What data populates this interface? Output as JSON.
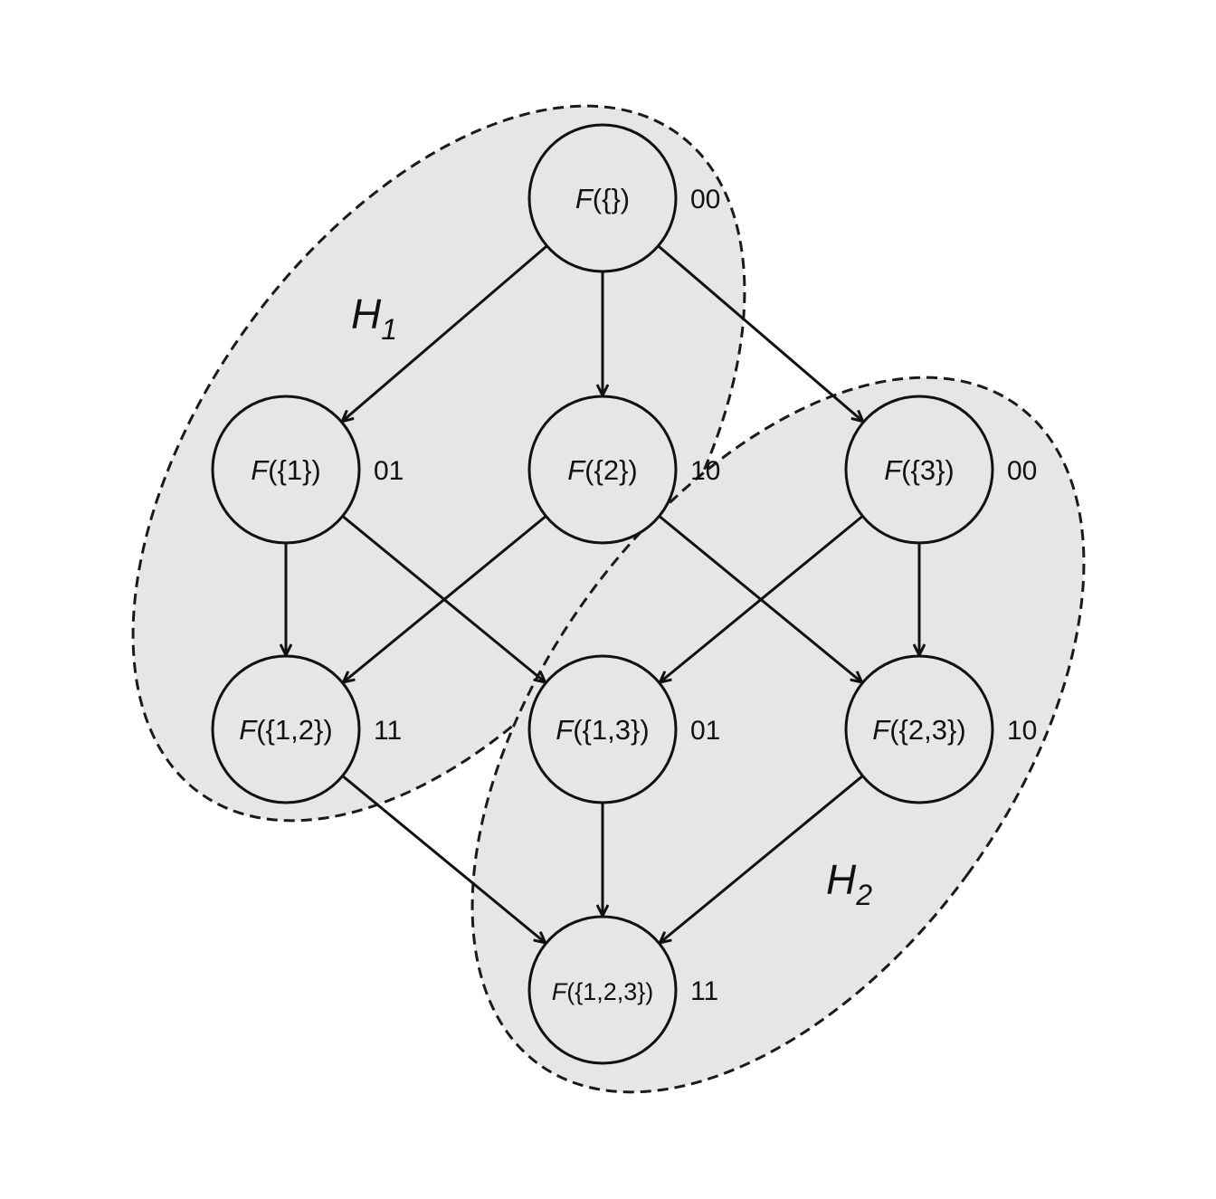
{
  "groups": [
    {
      "id": "H1",
      "letter": "H",
      "subscript": "1"
    },
    {
      "id": "H2",
      "letter": "H",
      "subscript": "2"
    }
  ],
  "nodes": [
    {
      "id": "empty",
      "func": "F",
      "set": "({})",
      "code": "00"
    },
    {
      "id": "s1",
      "func": "F",
      "set": "({1})",
      "code": "01"
    },
    {
      "id": "s2",
      "func": "F",
      "set": "({2})",
      "code": "10"
    },
    {
      "id": "s3",
      "func": "F",
      "set": "({3})",
      "code": "00"
    },
    {
      "id": "s12",
      "func": "F",
      "set": "({1,2})",
      "code": "11"
    },
    {
      "id": "s13",
      "func": "F",
      "set": "({1,3})",
      "code": "01"
    },
    {
      "id": "s23",
      "func": "F",
      "set": "({2,3})",
      "code": "10"
    },
    {
      "id": "s123",
      "func": "F",
      "set": "({1,2,3})",
      "code": "11"
    }
  ],
  "edges": [
    [
      "empty",
      "s1"
    ],
    [
      "empty",
      "s2"
    ],
    [
      "empty",
      "s3"
    ],
    [
      "s1",
      "s12"
    ],
    [
      "s1",
      "s13"
    ],
    [
      "s2",
      "s12"
    ],
    [
      "s2",
      "s23"
    ],
    [
      "s3",
      "s13"
    ],
    [
      "s3",
      "s23"
    ],
    [
      "s12",
      "s123"
    ],
    [
      "s13",
      "s123"
    ],
    [
      "s23",
      "s123"
    ]
  ]
}
